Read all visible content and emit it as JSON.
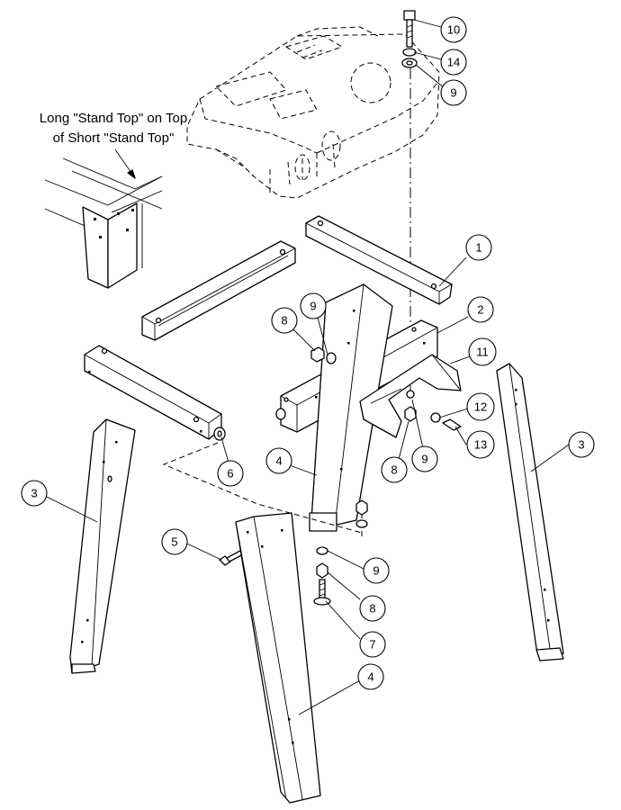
{
  "note": {
    "line1": "Long \"Stand Top\" on Top",
    "line2": "of Short \"Stand Top\""
  },
  "callouts": [
    {
      "id": "c10",
      "label": "10"
    },
    {
      "id": "c14",
      "label": "14"
    },
    {
      "id": "c9-top",
      "label": "9"
    },
    {
      "id": "c1",
      "label": "1"
    },
    {
      "id": "c2",
      "label": "2"
    },
    {
      "id": "c11",
      "label": "11"
    },
    {
      "id": "c8-a",
      "label": "8"
    },
    {
      "id": "c9-a",
      "label": "9"
    },
    {
      "id": "c12",
      "label": "12"
    },
    {
      "id": "c13",
      "label": "13"
    },
    {
      "id": "c9-b",
      "label": "9"
    },
    {
      "id": "c8-b",
      "label": "8"
    },
    {
      "id": "c6",
      "label": "6"
    },
    {
      "id": "c4-upper",
      "label": "4"
    },
    {
      "id": "c3-left",
      "label": "3"
    },
    {
      "id": "c3-right",
      "label": "3"
    },
    {
      "id": "c5",
      "label": "5"
    },
    {
      "id": "c9-c",
      "label": "9"
    },
    {
      "id": "c8-c",
      "label": "8"
    },
    {
      "id": "c7",
      "label": "7"
    },
    {
      "id": "c4-lower",
      "label": "4"
    }
  ]
}
